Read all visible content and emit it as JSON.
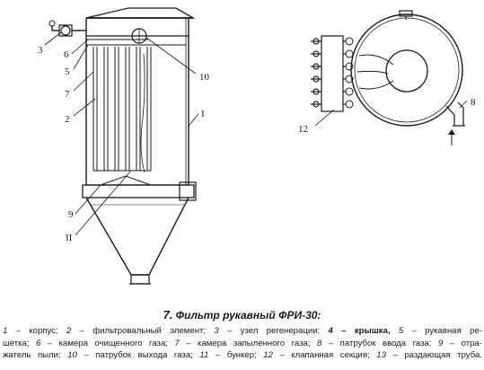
{
  "figure": {
    "side_view_labels": {
      "l3": "3",
      "l6": "6",
      "l5": "5",
      "l7": "7",
      "l2": "2",
      "l9": "9",
      "l10": "10",
      "lI": "I",
      "lII": "II"
    },
    "top_view_labels": {
      "l12": "12",
      "l8": "8"
    }
  },
  "caption": {
    "number": "7.",
    "title": "Фильтр рукавный ФРИ-30:",
    "legend_lines": [
      [
        {
          "n": "1",
          "t": " – корпус; "
        },
        {
          "n": "2",
          "t": " – фильтровальный элемент; "
        },
        {
          "n": "3",
          "t": " – узел регенерации; "
        },
        {
          "n": "4",
          "t": " – крышка, ",
          "bold": true
        },
        {
          "n": "5",
          "t": " – рукавная ре-"
        }
      ],
      [
        {
          "n": "",
          "t": "шетка; "
        },
        {
          "n": "6",
          "t": " – камера очищенного газа; "
        },
        {
          "n": "7",
          "t": " – камера запыленного газа; "
        },
        {
          "n": "8",
          "t": " – патрубок ввода газа; "
        },
        {
          "n": "9",
          "t": " – отра-"
        }
      ],
      [
        {
          "n": "",
          "t": "жатель пыли; "
        },
        {
          "n": "10",
          "t": " – патрубок выхода газа; "
        },
        {
          "n": "11",
          "t": " – бункер; "
        },
        {
          "n": "12",
          "t": " – клапанная секция; "
        },
        {
          "n": "13",
          "t": " – раздающая труба."
        }
      ]
    ]
  }
}
